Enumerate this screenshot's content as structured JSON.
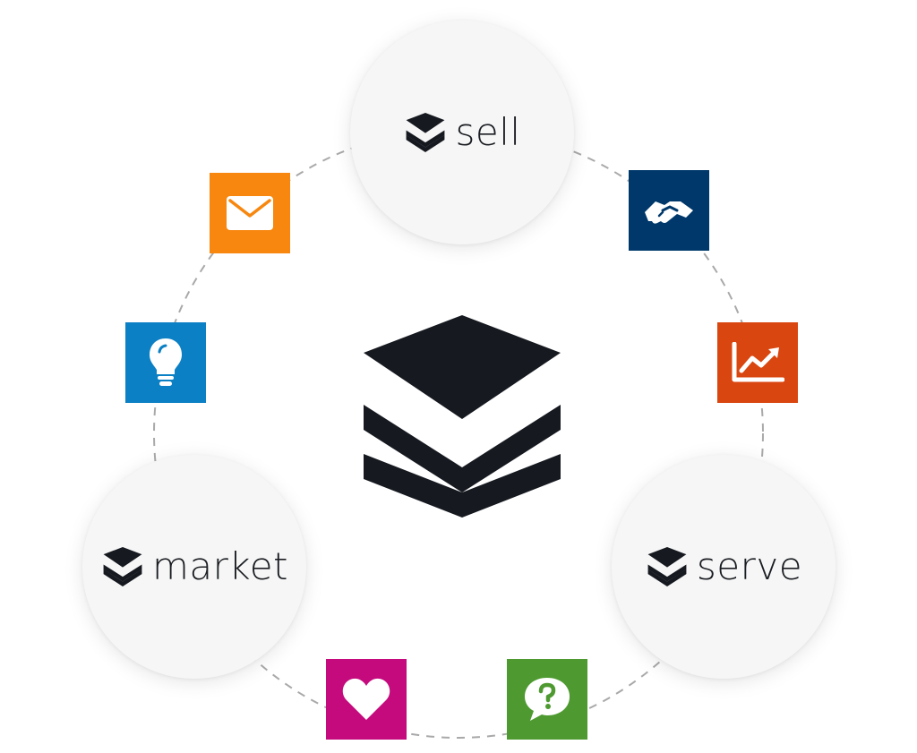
{
  "nodes": {
    "sell": {
      "label": "sell"
    },
    "market": {
      "label": "market"
    },
    "serve": {
      "label": "serve"
    }
  },
  "tiles": [
    {
      "icon": "envelope-icon",
      "color": "#f7870f"
    },
    {
      "icon": "handshake-icon",
      "color": "#00386b"
    },
    {
      "icon": "lightbulb-icon",
      "color": "#0c80c4"
    },
    {
      "icon": "analytics-chart-icon",
      "color": "#d9460f"
    },
    {
      "icon": "heart-icon",
      "color": "#c40a7d"
    },
    {
      "icon": "question-bubble-icon",
      "color": "#4e9a31"
    }
  ],
  "colors": {
    "logo": "#161a20",
    "connector": "#a9a9a9",
    "node_fill": "#f6f6f6"
  },
  "center": {
    "icon": "layered-stack-logo"
  }
}
